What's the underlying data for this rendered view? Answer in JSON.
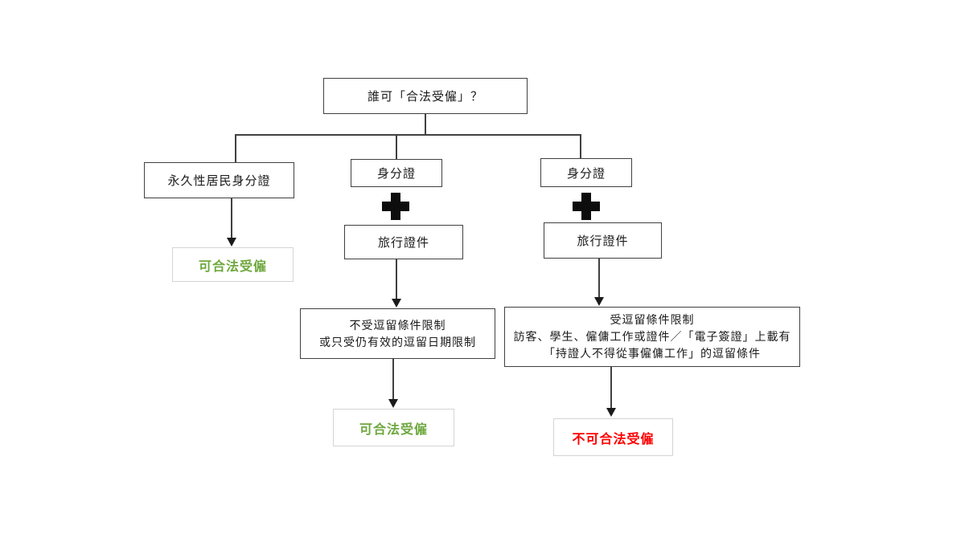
{
  "flowchart": {
    "root_label": "誰可「合法受僱」？",
    "branches": {
      "permanent": {
        "id_doc": "永久性居民身分證",
        "result": "可合法受僱"
      },
      "unconditional_stay": {
        "id_doc": "身分證",
        "travel_doc": "旅行證件",
        "condition_lines": [
          "不受逗留條件限制",
          "或只受仍有效的逗留日期限制"
        ],
        "result": "可合法受僱"
      },
      "conditional_stay": {
        "id_doc": "身分證",
        "travel_doc": "旅行證件",
        "condition_lines": [
          "受逗留條件限制",
          "訪客、學生、僱傭工作或證件／「電子簽證」上載有",
          "「持證人不得從事僱傭工作」的逗留條件"
        ],
        "result": "不可合法受僱"
      }
    },
    "icons": {
      "combine": "plus-icon"
    },
    "colors": {
      "allowed_text": "#6fa83f",
      "not_allowed_text": "#ff0000",
      "box_border": "#404040",
      "result_box_border": "#d4d4d4",
      "connector": "#404040"
    }
  }
}
